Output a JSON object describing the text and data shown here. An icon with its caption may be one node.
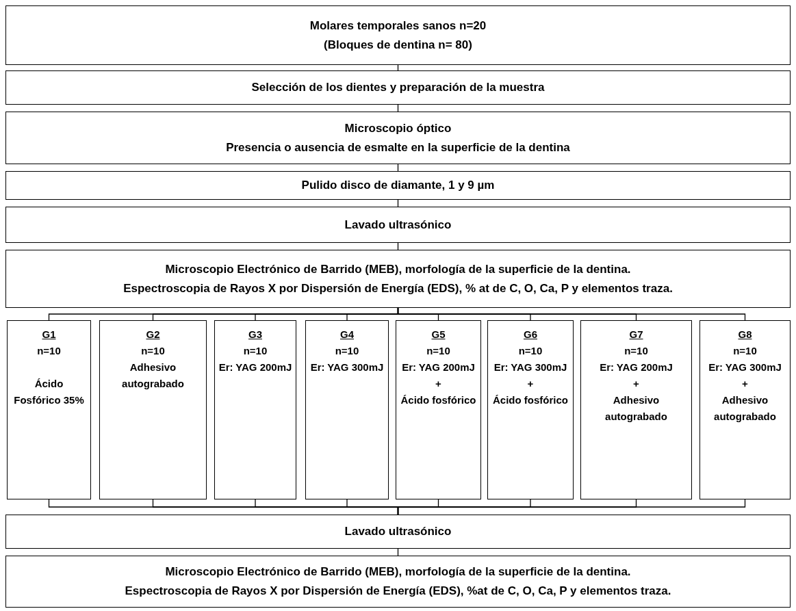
{
  "diagram": {
    "nodes": [
      {
        "text": [
          "Molares temporales sanos n=20",
          "(Bloques de dentina n= 80)"
        ]
      },
      {
        "text": [
          "Selección de los dientes y preparación de la muestra"
        ]
      },
      {
        "text": [
          "Microscopio óptico",
          "Presencia o ausencia de esmalte en la superficie de la dentina"
        ]
      },
      {
        "text": [
          "Pulido disco de diamante, 1 y 9 µm"
        ]
      },
      {
        "text": [
          "Lavado ultrasónico"
        ]
      },
      {
        "text": [
          "Microscopio Electrónico de Barrido (MEB), morfología de la superficie de la dentina.",
          "Espectroscopia de Rayos X por Dispersión de Energía (EDS), % at de C, O, Ca, P y elementos traza."
        ]
      },
      {
        "text": [
          "G1",
          "n=10",
          "Ácido Fosfórico 35%"
        ]
      },
      {
        "text": [
          "G2",
          "n=10",
          "Adhesivo autograbado"
        ]
      },
      {
        "text": [
          "G3",
          "n=10",
          "Er: YAG 200mJ"
        ]
      },
      {
        "text": [
          "G4",
          "n=10",
          "Er: YAG 300mJ"
        ]
      },
      {
        "text": [
          "G5",
          "n=10",
          "Er: YAG 200mJ",
          "+",
          "Ácido fosfórico"
        ]
      },
      {
        "text": [
          "G6",
          "n=10",
          "Er: YAG 300mJ",
          "+",
          "Ácido fosfórico"
        ]
      },
      {
        "text": [
          "G7",
          "n=10",
          "Er: YAG 200mJ",
          "+",
          "Adhesivo autograbado"
        ]
      },
      {
        "text": [
          "G8",
          "n=10",
          "Er: YAG 300mJ",
          "+",
          "Adhesivo autograbado"
        ]
      },
      {
        "text": [
          "Lavado ultrasónico"
        ]
      },
      {
        "text": [
          "Microscopio Electrónico de Barrido (MEB), morfología de la superficie de la dentina.",
          "Espectroscopia de Rayos X por Dispersión de Energía (EDS), %at de C, O, Ca, P y elementos traza."
        ]
      }
    ],
    "edges": [
      {
        "from": 0,
        "to": 1,
        "arrow": "none"
      },
      {
        "from": 1,
        "to": 2,
        "arrow": "none"
      },
      {
        "from": 2,
        "to": 3,
        "arrow": "none"
      },
      {
        "from": 3,
        "to": 4,
        "arrow": "none"
      },
      {
        "from": 4,
        "to": 5,
        "arrow": "none"
      },
      {
        "from": 5,
        "to": 6,
        "arrow": "none"
      },
      {
        "from": 5,
        "to": 7,
        "arrow": "none"
      },
      {
        "from": 5,
        "to": 8,
        "arrow": "none"
      },
      {
        "from": 5,
        "to": 9,
        "arrow": "none"
      },
      {
        "from": 5,
        "to": 10,
        "arrow": "none"
      },
      {
        "from": 5,
        "to": 11,
        "arrow": "none"
      },
      {
        "from": 5,
        "to": 12,
        "arrow": "none"
      },
      {
        "from": 5,
        "to": 13,
        "arrow": "none"
      },
      {
        "from": 6,
        "to": 14,
        "arrow": "none"
      },
      {
        "from": 7,
        "to": 14,
        "arrow": "none"
      },
      {
        "from": 8,
        "to": 14,
        "arrow": "none"
      },
      {
        "from": 9,
        "to": 14,
        "arrow": "none"
      },
      {
        "from": 10,
        "to": 14,
        "arrow": "none"
      },
      {
        "from": 11,
        "to": 14,
        "arrow": "none"
      },
      {
        "from": 12,
        "to": 14,
        "arrow": "none"
      },
      {
        "from": 13,
        "to": 14,
        "arrow": "none"
      },
      {
        "from": 14,
        "to": 15,
        "arrow": "none"
      }
    ]
  }
}
